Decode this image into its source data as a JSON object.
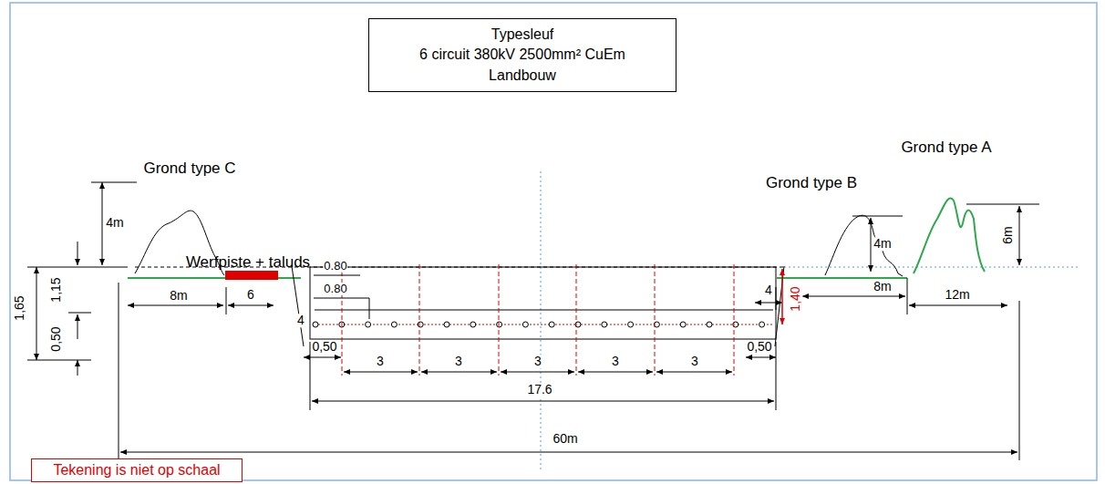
{
  "diagram": {
    "nodes": [
      {
        "text": [
          "Typesleuf",
          "6 circuit 380kV 2500mm² CuEm",
          "Landbouw"
        ]
      },
      {
        "text": [
          "Tekening is niet op schaal"
        ]
      }
    ],
    "labels": [
      "Grond type C",
      "Grond type B",
      "Grond type A",
      "Werfpiste + taluds",
      "4m",
      "1,65",
      "1,15",
      "0,50",
      "8m",
      "6",
      "0.80",
      "0.80",
      "4",
      "0,50",
      "3",
      "3",
      "3",
      "3",
      "3",
      "0,50",
      "17.6",
      "60m",
      "4",
      "1,40",
      "4m",
      "6m",
      "8m",
      "12m"
    ]
  }
}
